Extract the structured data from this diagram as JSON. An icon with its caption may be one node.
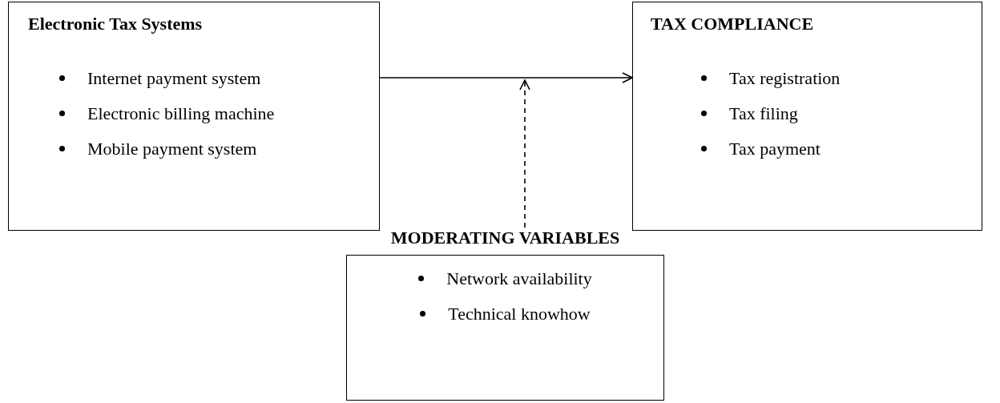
{
  "diagram": {
    "nodes": [
      {
        "text": [
          "Electronic Tax Systems",
          "Internet payment system",
          "Electronic billing machine",
          "Mobile payment system"
        ]
      },
      {
        "text": [
          "TAX COMPLIANCE",
          "Tax registration",
          "Tax filing",
          "Tax payment"
        ]
      },
      {
        "text": [
          "MODERATING VARIABLES",
          "Network availability",
          "Technical knowhow"
        ]
      }
    ],
    "edges": [
      {
        "from": 0,
        "to": 1,
        "arrow": "to"
      },
      {
        "from": 2,
        "to": null,
        "arrow": "to",
        "style": "dashed"
      }
    ]
  }
}
